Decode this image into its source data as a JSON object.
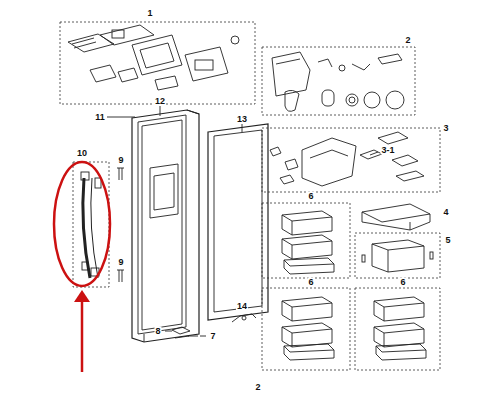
{
  "diagram": {
    "labels": [
      "1",
      "2",
      "12",
      "11",
      "14",
      "13",
      "3",
      "3-1",
      "10",
      "9",
      "6",
      "4",
      "5",
      "9",
      "6",
      "6",
      "8",
      "7",
      "2"
    ]
  }
}
